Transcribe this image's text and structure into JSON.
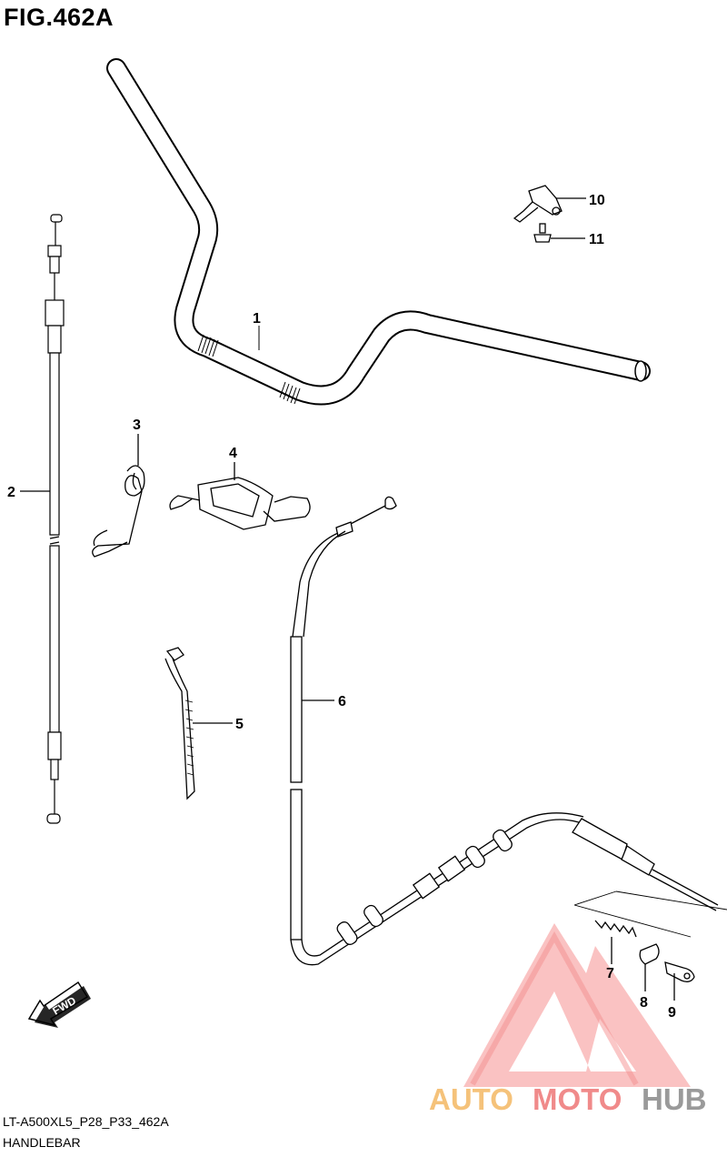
{
  "figure": {
    "title": "FIG.462A",
    "drawing_code": "LT-A500XL5_P28_P33_462A",
    "section_name": "HANDLEBAR"
  },
  "parts": [
    {
      "ref": "1"
    },
    {
      "ref": "2"
    },
    {
      "ref": "3"
    },
    {
      "ref": "4"
    },
    {
      "ref": "5"
    },
    {
      "ref": "6"
    },
    {
      "ref": "7"
    },
    {
      "ref": "8"
    },
    {
      "ref": "9"
    },
    {
      "ref": "10"
    },
    {
      "ref": "11"
    }
  ],
  "direction_badge": "FWD",
  "watermark": {
    "word_a": "AUTO",
    "word_b": "MOTO",
    "word_c": "HUB",
    "color_a": "#f5c27a",
    "color_b": "#f08a8a",
    "color_c": "#9a9a9a",
    "logo_color": "#f26b6b"
  }
}
